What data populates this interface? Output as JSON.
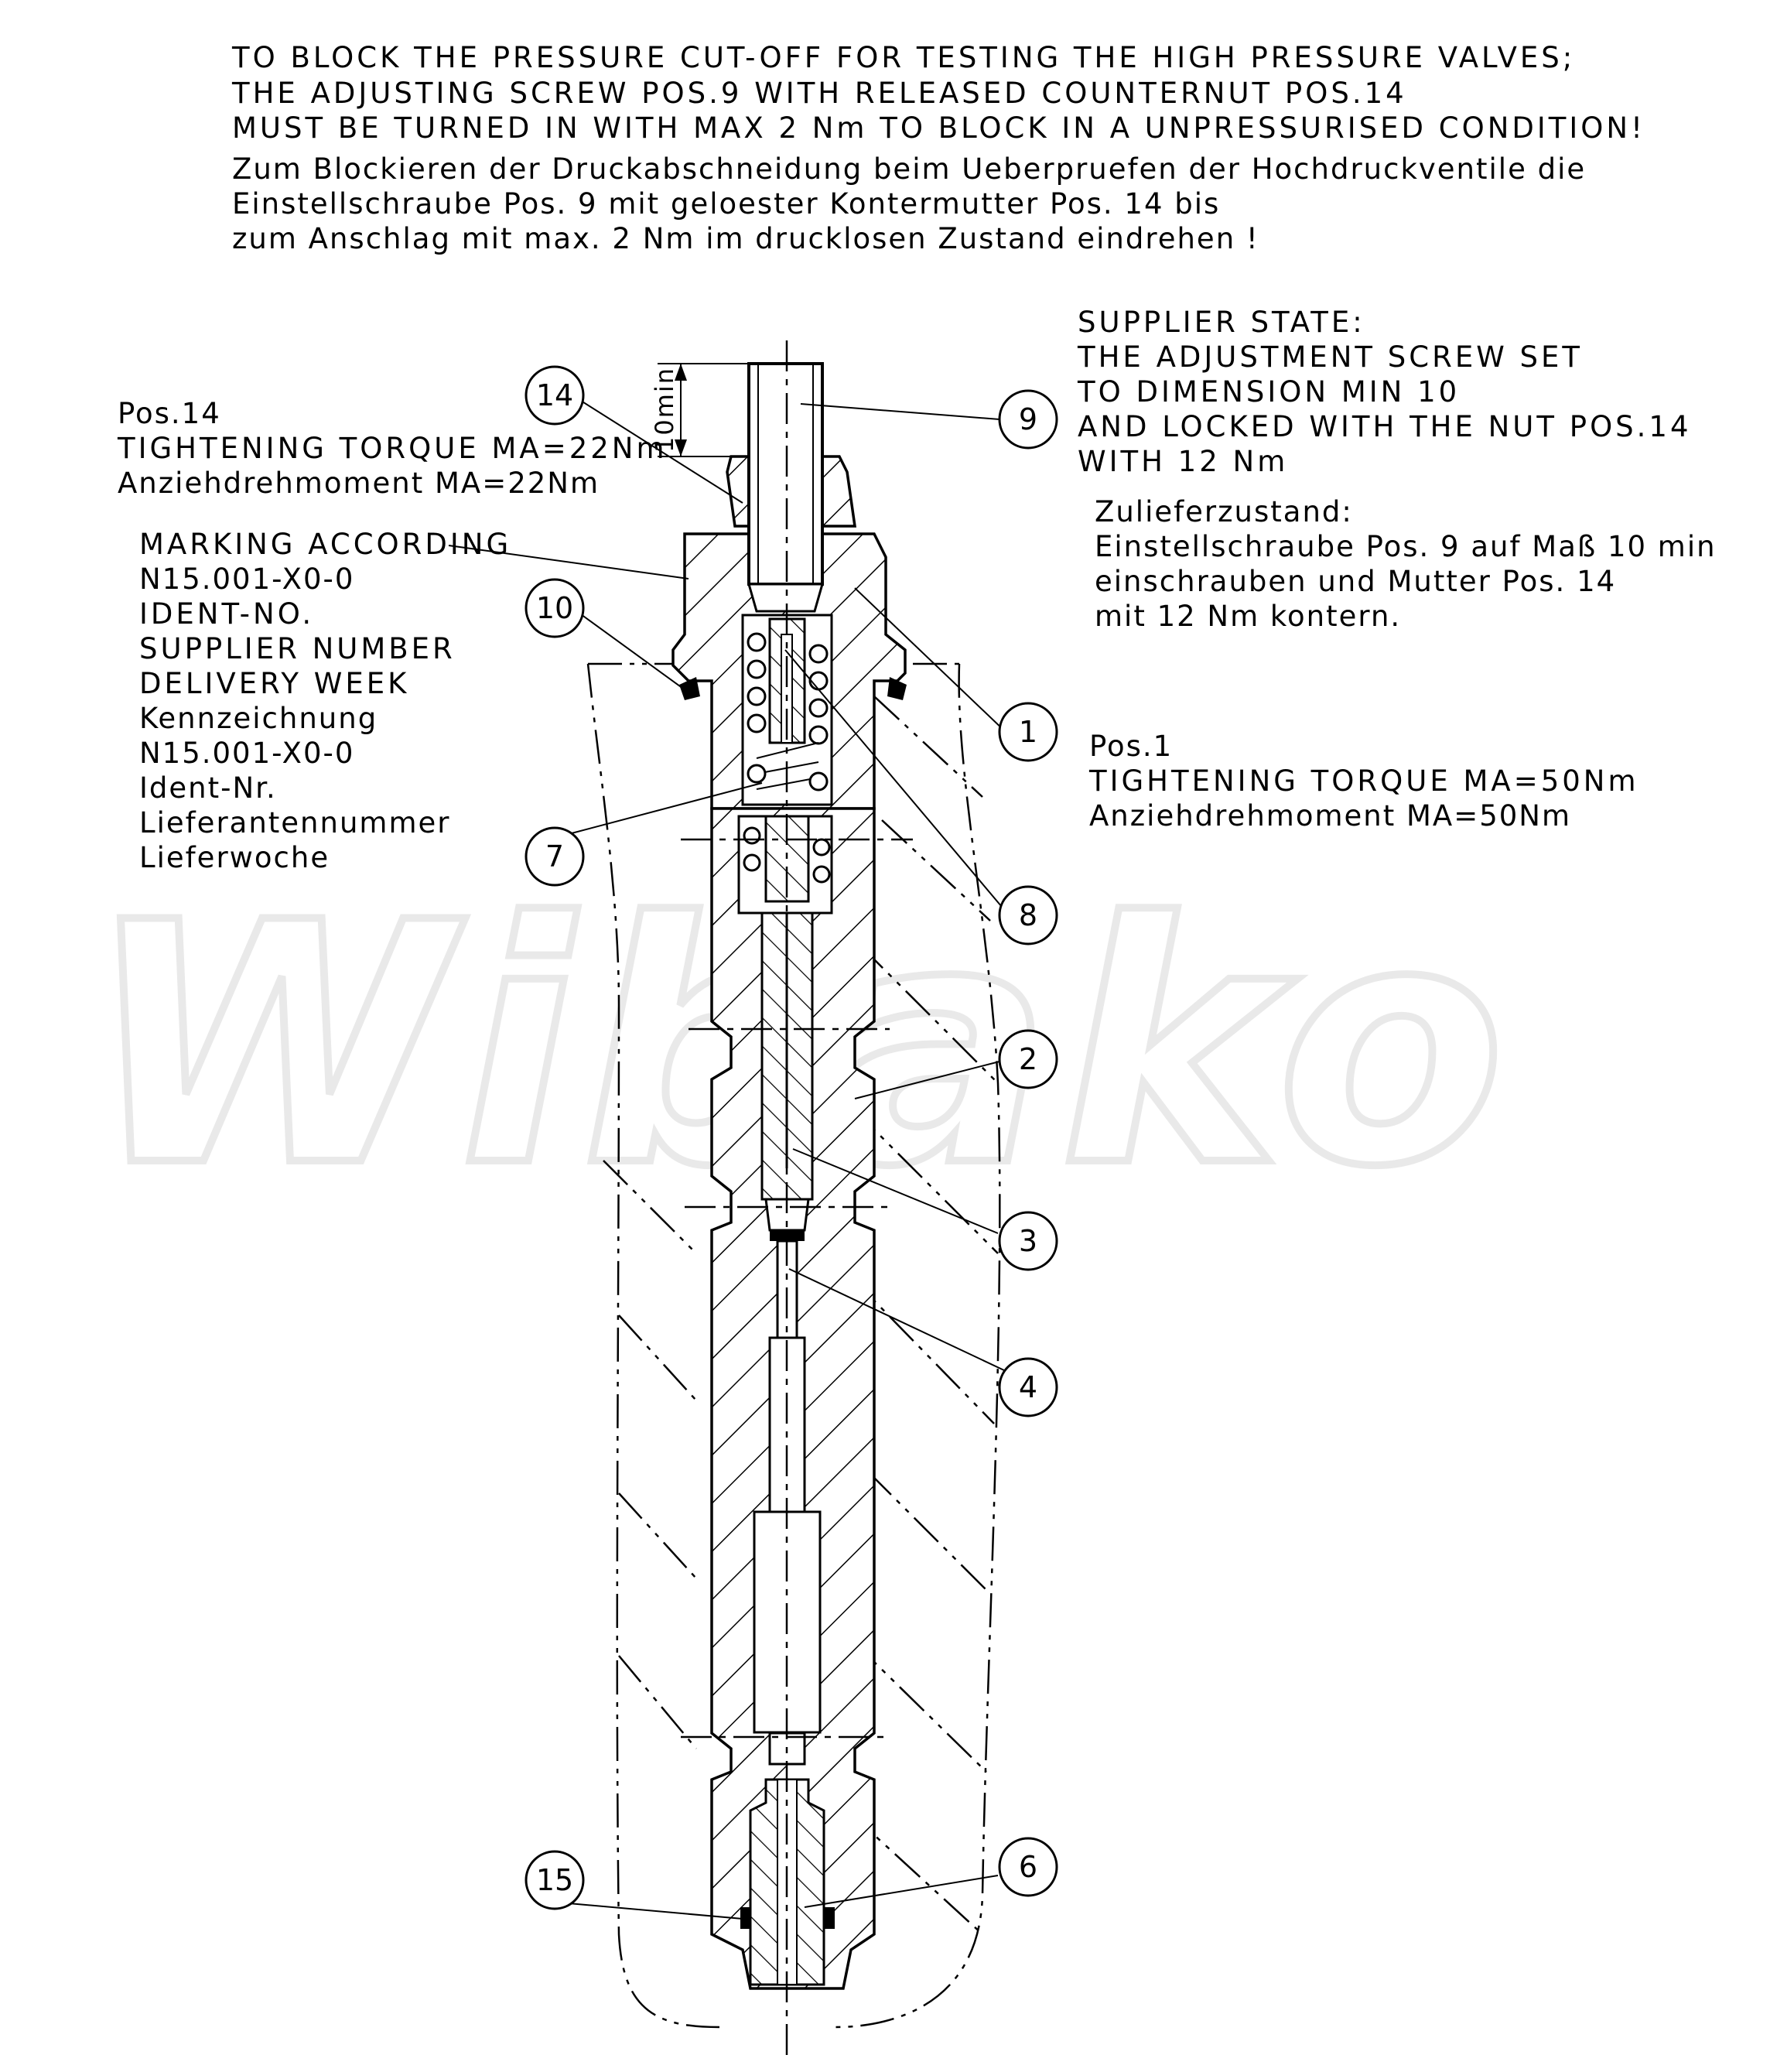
{
  "notes": {
    "top_en": [
      "TO BLOCK THE PRESSURE CUT-OFF FOR TESTING THE HIGH PRESSURE VALVES;",
      "THE ADJUSTING SCREW POS.9 WITH RELEASED COUNTERNUT POS.14",
      "MUST BE TURNED IN WITH MAX 2 Nm TO BLOCK IN A UNPRESSURISED CONDITION!"
    ],
    "top_de": [
      "Zum Blockieren der Druckabschneidung beim Ueberpruefen der Hochdruckventile die",
      "Einstellschraube Pos. 9 mit geloester Kontermutter Pos. 14 bis",
      "zum Anschlag mit max. 2 Nm im drucklosen Zustand eindrehen !"
    ],
    "supplier_en": [
      "SUPPLIER STATE:",
      "THE ADJUSTMENT SCREW SET",
      "TO DIMENSION MIN 10",
      "AND LOCKED WITH THE NUT POS.14",
      "WITH 12 Nm"
    ],
    "supplier_de": [
      "Zulieferzustand:",
      "Einstellschraube Pos. 9 auf Maß 10 min",
      "einschrauben und Mutter Pos. 14",
      "mit 12 Nm kontern."
    ],
    "pos14": [
      "Pos.14",
      "TIGHTENING TORQUE MA=22Nm",
      "Anziehdrehmoment MA=22Nm"
    ],
    "pos1": [
      "Pos.1",
      "TIGHTENING TORQUE MA=50Nm",
      "Anziehdrehmoment MA=50Nm"
    ],
    "marking": [
      "MARKING ACCORDING",
      "N15.001-X0-0",
      "IDENT-NO.",
      "SUPPLIER NUMBER",
      "DELIVERY WEEK",
      "Kennzeichnung",
      "N15.001-X0-0",
      "Ident-Nr.",
      "Lieferantennummer",
      "Lieferwoche"
    ]
  },
  "dimension_label": "10min",
  "balloons": [
    "14",
    "9",
    "10",
    "1",
    "7",
    "8",
    "2",
    "3",
    "4",
    "6",
    "15"
  ],
  "watermark": "Wibako"
}
